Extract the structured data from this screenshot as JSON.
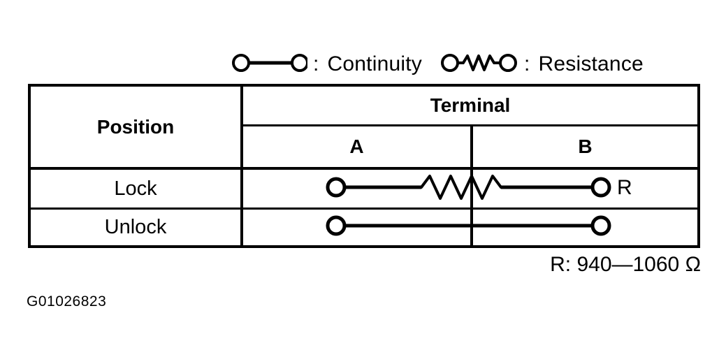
{
  "figure": {
    "id_label": "G01026823",
    "ink_color": "#000000",
    "background_color": "#ffffff"
  },
  "legend": {
    "continuity": {
      "symbol": "circle-line-circle-icon",
      "separator": ":",
      "label": "Continuity"
    },
    "resistance": {
      "symbol": "circle-resistor-circle-icon",
      "separator": ":",
      "label": "Resistance"
    }
  },
  "table": {
    "columns": {
      "position_header": "Position",
      "terminal_header": "Terminal",
      "terminal_sub": [
        "A",
        "B"
      ]
    },
    "rows": [
      {
        "position": "Lock",
        "connection": "resistance",
        "terminals": [
          "A",
          "B"
        ],
        "annotation": "R"
      },
      {
        "position": "Unlock",
        "connection": "continuity",
        "terminals": [
          "A",
          "B"
        ],
        "annotation": ""
      }
    ]
  },
  "notes": {
    "resistance_spec": "R: 940—1060 Ω"
  }
}
